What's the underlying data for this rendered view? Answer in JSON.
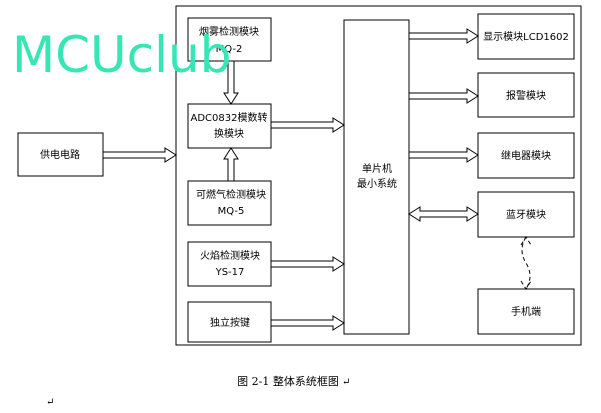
{
  "blocks": {
    "smoke_sensor": {
      "line1": "烟雾检测模块",
      "line2": "MQ-2"
    },
    "adc": {
      "line1": "ADC0832模数转",
      "line2": "换模块"
    },
    "gas_sensor": {
      "line1": "可燃气检测模块",
      "line2": "MQ-5"
    },
    "flame_sensor": {
      "line1": "火焰检测模块",
      "line2": "YS-17"
    },
    "keys": {
      "line1": "独立按键"
    },
    "power": {
      "line1": "供电电路"
    },
    "mcu": {
      "line1": "单片机",
      "line2": "最小系统"
    },
    "display": {
      "line1": "显示模块LCD1602"
    },
    "alarm": {
      "line1": "报警模块"
    },
    "relay": {
      "line1": "继电器模块"
    },
    "bluetooth": {
      "line1": "蓝牙模块"
    },
    "phone": {
      "line1": "手机端"
    }
  },
  "caption": "图 2-1 整体系统框图",
  "watermark": "MCUclub",
  "paragraph_mark": "↵"
}
